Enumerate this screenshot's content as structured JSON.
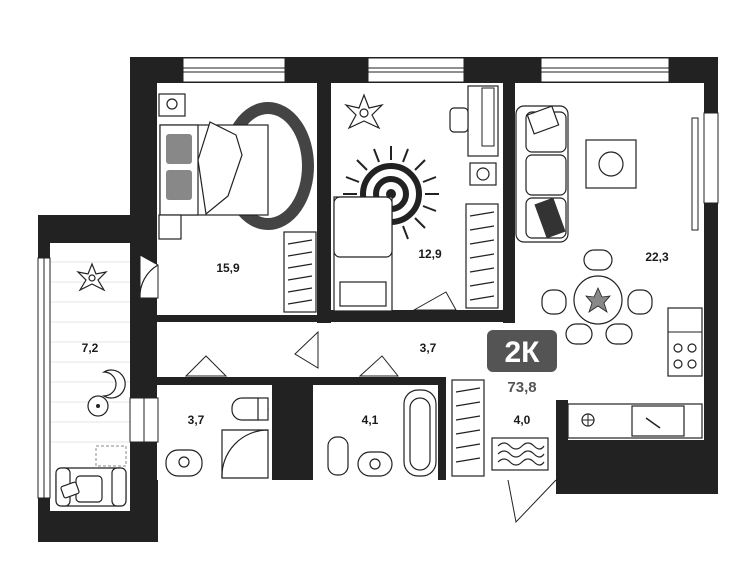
{
  "plan": {
    "apartment_type": "2К",
    "total_area": "73,8",
    "rooms": [
      {
        "id": "bedroom",
        "area": "15,9"
      },
      {
        "id": "kids-room",
        "area": "12,9"
      },
      {
        "id": "living-kitchen",
        "area": "22,3"
      },
      {
        "id": "loggia",
        "area": "7,2"
      },
      {
        "id": "hallway",
        "area": "3,7"
      },
      {
        "id": "bathroom-left",
        "area": "3,7"
      },
      {
        "id": "bathroom-middle",
        "area": "4,1"
      },
      {
        "id": "corridor",
        "area": "4,0"
      }
    ]
  },
  "colors": {
    "wall": "#1b1b1b",
    "badge": "#545454",
    "window": "#ffffff"
  }
}
